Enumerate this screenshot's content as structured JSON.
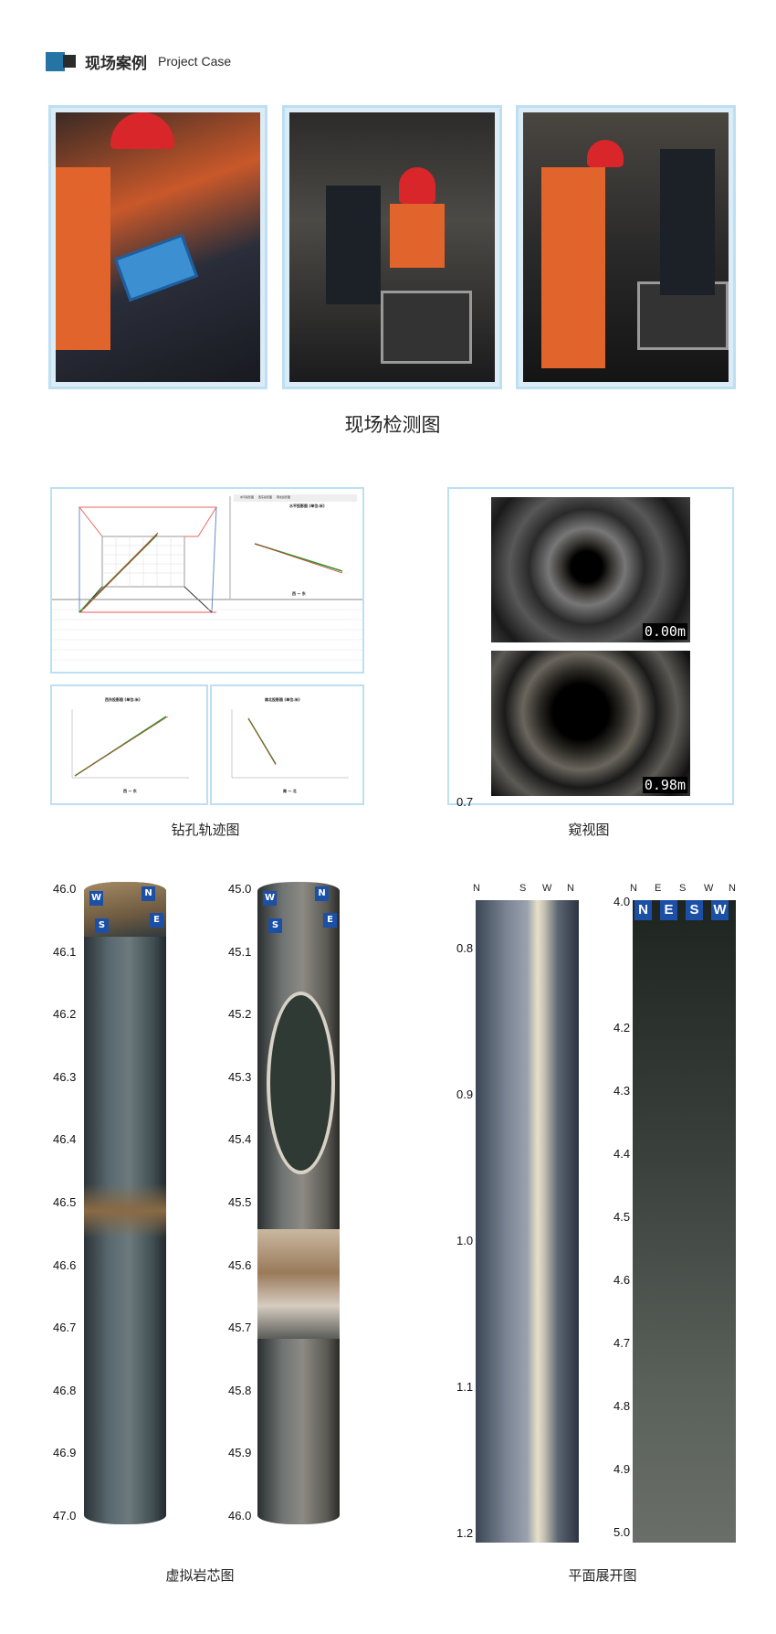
{
  "header": {
    "title_cn": "现场案例",
    "title_en": "Project Case",
    "accent": "#2474a6"
  },
  "field_section": {
    "caption": "现场检测图"
  },
  "trajectory": {
    "caption": "钻孔轨迹图",
    "tabs": [
      "水平投影图",
      "西东投影图",
      "南北投影图"
    ],
    "horizontal_title": "水平投影图 (单位:米)",
    "ew_title": "西东投影图 (单位:米)",
    "ns_title": "南北投影图 (单位:米)",
    "axis_we": "西 — 东",
    "axis_sn": "南 — 北"
  },
  "borescope": {
    "caption": "窥视图",
    "depth_top": "0.00m",
    "depth_bottom": "0.98m"
  },
  "virtual_core": {
    "caption": "虚拟岩芯图",
    "core1_ticks": [
      "46.0",
      "46.1",
      "46.2",
      "46.3",
      "46.4",
      "46.5",
      "46.6",
      "46.7",
      "46.8",
      "46.9",
      "47.0"
    ],
    "core2_ticks": [
      "45.0",
      "45.1",
      "45.2",
      "45.3",
      "45.4",
      "45.5",
      "45.6",
      "45.7",
      "45.8",
      "45.9",
      "46.0"
    ],
    "markers": [
      "N",
      "E",
      "S",
      "W"
    ]
  },
  "unwrap": {
    "caption": "平面展开图",
    "img1_dirs": [
      "N",
      "S",
      "W",
      "N"
    ],
    "img1_ticks": [
      "0.7",
      "0.8",
      "0.9",
      "1.0",
      "1.1",
      "1.2"
    ],
    "img2_dirs": [
      "N",
      "E",
      "S",
      "W",
      "N"
    ],
    "img2_ticks": [
      "4.0",
      "4.2",
      "4.3",
      "4.4",
      "4.5",
      "4.6",
      "4.7",
      "4.8",
      "4.9",
      "5.0"
    ],
    "img2_tags": [
      "N",
      "E",
      "S",
      "W"
    ]
  }
}
